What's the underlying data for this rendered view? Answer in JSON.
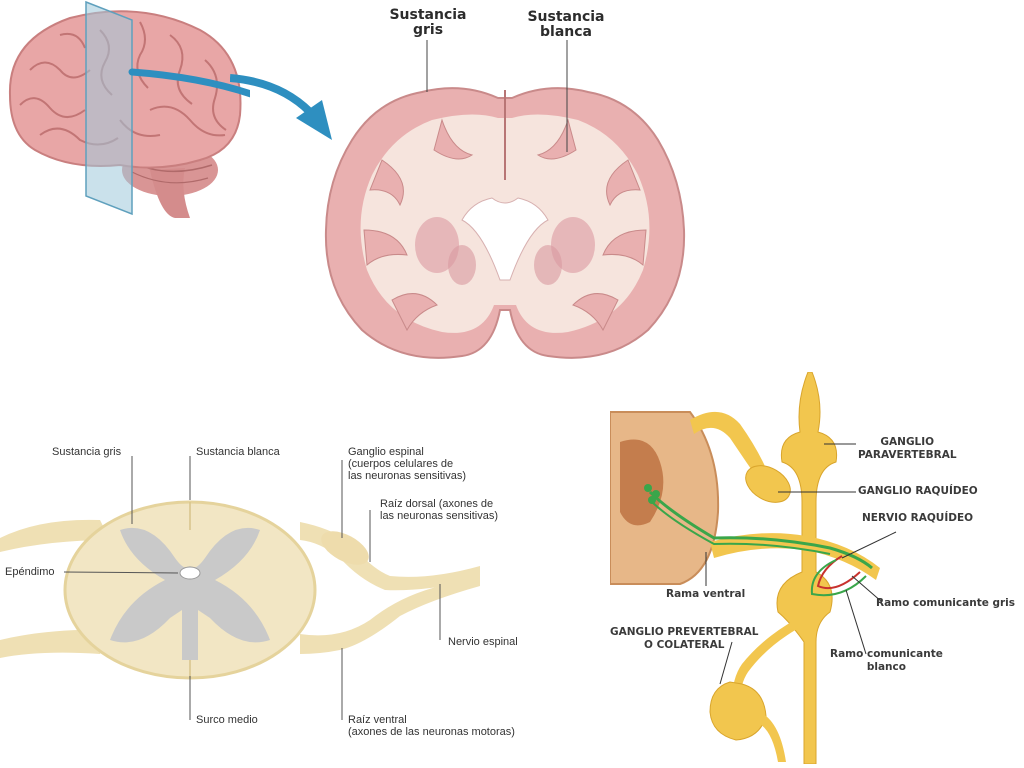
{
  "brain": {
    "gray_matter_label": [
      "Sustancia",
      "gris"
    ],
    "white_matter_label": [
      "Sustancia",
      "blanca"
    ]
  },
  "cord": {
    "gray_matter": "Sustancia gris",
    "white_matter": "Sustancia blanca",
    "ependyma": "Epéndimo",
    "spinal_ganglion": [
      "Ganglio espinal",
      "(cuerpos celulares de",
      "las neuronas sensitivas)"
    ],
    "dorsal_root": [
      "Raíz dorsal (axones de",
      "las neuronas sensitivas)"
    ],
    "spinal_nerve": "Nervio espinal",
    "median_sulcus": "Surco medio",
    "ventral_root": [
      "Raíz ventral",
      "(axones de las neuronas motoras)"
    ]
  },
  "autonomic": {
    "paravertebral_ganglion": [
      "GANGLIO",
      "PARAVERTEBRAL"
    ],
    "spinal_ganglion": "GANGLIO RAQUÍDEO",
    "spinal_nerve": "NERVIO RAQUÍDEO",
    "ventral_branch": "Rama ventral",
    "gray_ramus": "Ramo comunicante gris",
    "prevertebral_ganglion": [
      "GANGLIO PREVERTEBRAL",
      "O COLATERAL"
    ],
    "white_ramus": [
      "Ramo comunicante",
      "blanco"
    ]
  },
  "colors": {
    "brain_pink": "#e8a6a6",
    "white_matter": "#f6e4dd",
    "arrow_blue": "#2e8fc0",
    "cord_tan": "#efe0b4",
    "cord_gray": "#c9c9c9",
    "ganglion_yellow": "#f2c64e",
    "fiber_green": "#3aa64a",
    "fiber_red": "#c8322e"
  }
}
